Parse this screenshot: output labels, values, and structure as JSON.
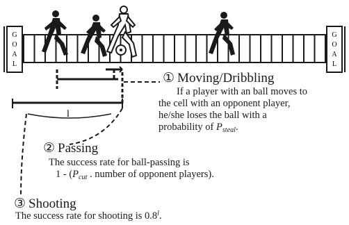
{
  "goal_left": [
    "G",
    "O",
    "A",
    "L"
  ],
  "goal_right": [
    "G",
    "O",
    "A",
    "L"
  ],
  "distance_symbol": "l",
  "moving": {
    "number": "①",
    "title": "Moving/Dribbling",
    "lines": [
      "If a player with an ball moves to",
      "the cell with an opponent player,",
      "he/she loses the ball with a"
    ],
    "prob_prefix": "probability of ",
    "prob_var": "P",
    "prob_sub": "steal",
    "prob_suffix": "."
  },
  "passing": {
    "number": "②",
    "title": "Passing",
    "line1": "The success rate for ball-passing is",
    "line2_prefix": "1 - (",
    "line2_var": "P",
    "line2_sub": "cut",
    "line2_suffix": " . number of opponent players)."
  },
  "shooting": {
    "number": "③",
    "title": "Shooting",
    "line_prefix": "The success rate for shooting is 0.8",
    "line_sup": "l",
    "line_suffix": "."
  }
}
